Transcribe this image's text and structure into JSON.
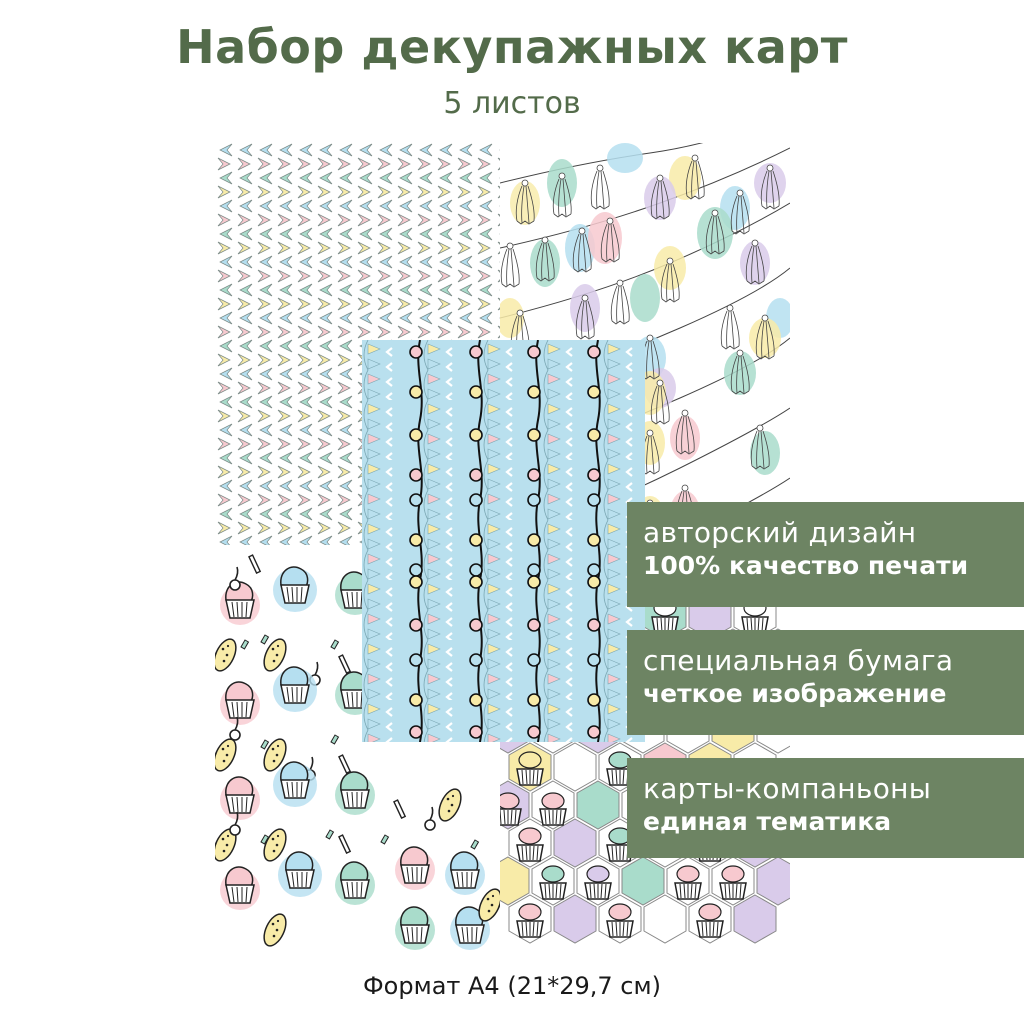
{
  "header": {
    "title": "Набор декупажных карт",
    "subtitle": "5 листов"
  },
  "sheets": [
    {
      "name": "knit-chevron",
      "colors": [
        "#f7c9cf",
        "#a9dccb",
        "#f8eba8",
        "#b5dff0"
      ]
    },
    {
      "name": "tassel-garland",
      "colors": [
        "#a9dccb",
        "#b5dff0",
        "#f8eba8",
        "#d9cbea",
        "#f7c9cf"
      ]
    },
    {
      "name": "bunting-garland-blue",
      "background": "#b9e0ee"
    },
    {
      "name": "cupcakes-confetti"
    },
    {
      "name": "hexagon-cupcakes",
      "colors": [
        "#a9dccb",
        "#f8eba8",
        "#d9cbea",
        "#f7c9cf"
      ]
    }
  ],
  "features": [
    {
      "line1": "авторский дизайн",
      "line2": "100% качество печати"
    },
    {
      "line1": "специальная бумага",
      "line2": "четкое изображение"
    },
    {
      "line1": "карты-компаньоны",
      "line2": "единая тематика"
    }
  ],
  "footer": {
    "format": "Формат А4 (21*29,7 см)"
  },
  "colors": {
    "brand_green": "#536b4a",
    "label_bg": "#6d8463"
  }
}
